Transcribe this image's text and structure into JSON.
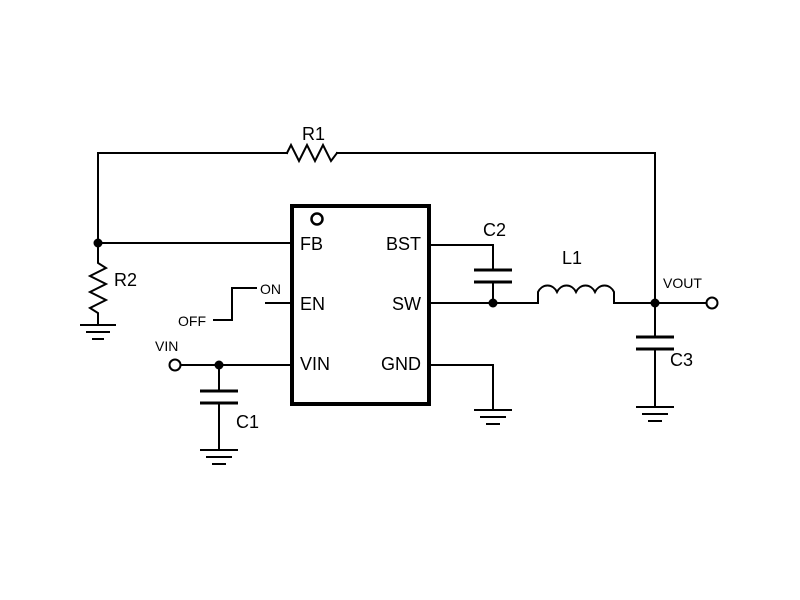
{
  "ic": {
    "pins_left": [
      "FB",
      "EN",
      "VIN"
    ],
    "pins_right": [
      "BST",
      "SW",
      "GND"
    ]
  },
  "components": {
    "r1": "R1",
    "r2": "R2",
    "c1": "C1",
    "c2": "C2",
    "c3": "C3",
    "l1": "L1"
  },
  "nets": {
    "vin": "VIN",
    "vout": "VOUT",
    "on": "ON",
    "off": "OFF"
  }
}
